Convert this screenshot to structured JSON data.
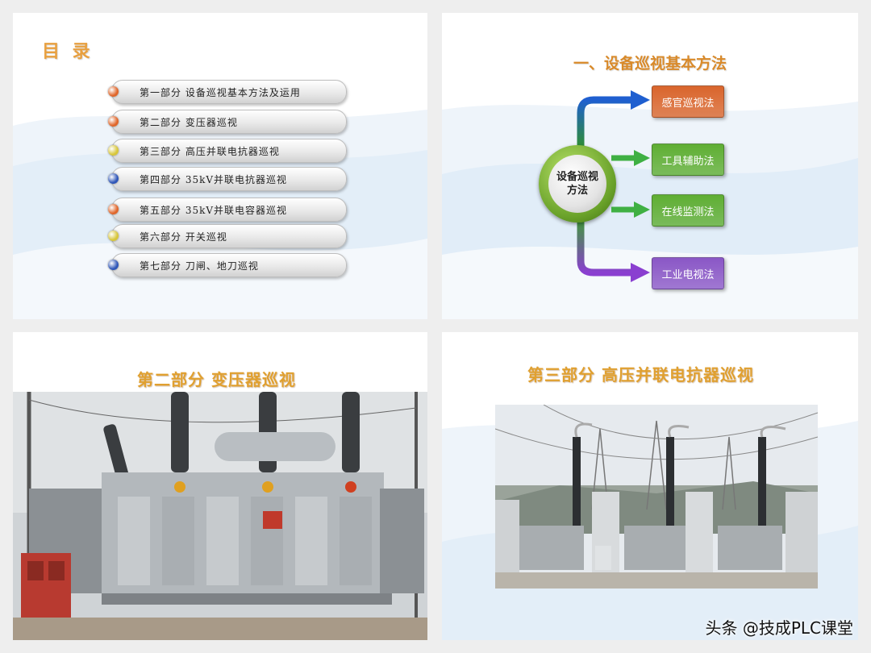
{
  "toc": {
    "title": "目 录",
    "items": [
      {
        "label": "第一部分  设备巡视基本方法及运用",
        "color": "#e0662a"
      },
      {
        "label": "第二部分  变压器巡视",
        "color": "#e0662a"
      },
      {
        "label": "第三部分  高压并联电抗器巡视",
        "color": "#d7c63a"
      },
      {
        "label": "第四部分  35kV并联电抗器巡视",
        "color": "#2f56b8"
      },
      {
        "label": "第五部分  35kV并联电容器巡视",
        "color": "#e0662a"
      },
      {
        "label": "第六部分  开关巡视",
        "color": "#d7c63a"
      },
      {
        "label": "第七部分  刀闸、地刀巡视",
        "color": "#2f56b8"
      }
    ]
  },
  "methods": {
    "title": "一、设备巡视基本方法",
    "hub_label": "设备巡视方法",
    "items": [
      {
        "label": "感官巡视法",
        "color": "#d9652c"
      },
      {
        "label": "工具辅助法",
        "color": "#5fae33"
      },
      {
        "label": "在线监测法",
        "color": "#5fae33"
      },
      {
        "label": "工业电视法",
        "color": "#8a57c6"
      }
    ]
  },
  "part2": {
    "title": "第二部分  变压器巡视"
  },
  "part3": {
    "title": "第三部分  高压并联电抗器巡视"
  },
  "watermark": "头条 @技成PLC课堂"
}
